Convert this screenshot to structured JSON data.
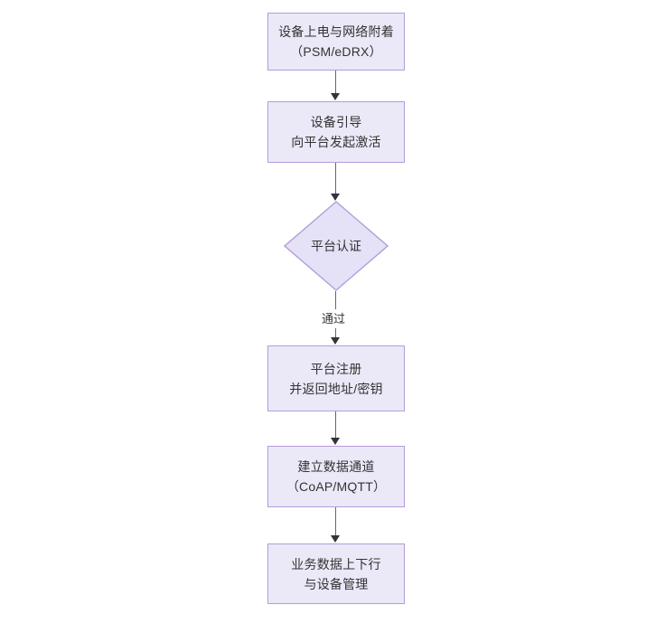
{
  "diagram": {
    "type": "flowchart",
    "orientation": "top-to-bottom",
    "background_color": "#ffffff",
    "node_fill_color": "#ebe8f8",
    "node_border_color": "#b39ddb",
    "text_color": "#333333",
    "connector_color": "#66666e",
    "nodes": [
      {
        "id": "power-on",
        "shape": "rectangle",
        "line1": "设备上电与网络附着",
        "line2": "（PSM/eDRX）"
      },
      {
        "id": "bootstrap",
        "shape": "rectangle",
        "line1": "设备引导",
        "line2": "向平台发起激活"
      },
      {
        "id": "platform-auth",
        "shape": "diamond",
        "line1": "平台认证",
        "line2": ""
      },
      {
        "id": "platform-register",
        "shape": "rectangle",
        "line1": "平台注册",
        "line2": "并返回地址/密钥"
      },
      {
        "id": "data-channel",
        "shape": "rectangle",
        "line1": "建立数据通道",
        "line2": "（CoAP/MQTT）"
      },
      {
        "id": "service-data",
        "shape": "rectangle",
        "line1": "业务数据上下行",
        "line2": "与设备管理"
      }
    ],
    "edges": [
      {
        "from": "power-on",
        "to": "bootstrap",
        "label": ""
      },
      {
        "from": "bootstrap",
        "to": "platform-auth",
        "label": ""
      },
      {
        "from": "platform-auth",
        "to": "platform-register",
        "label": "通过"
      },
      {
        "from": "platform-register",
        "to": "data-channel",
        "label": ""
      },
      {
        "from": "data-channel",
        "to": "service-data",
        "label": ""
      }
    ]
  }
}
